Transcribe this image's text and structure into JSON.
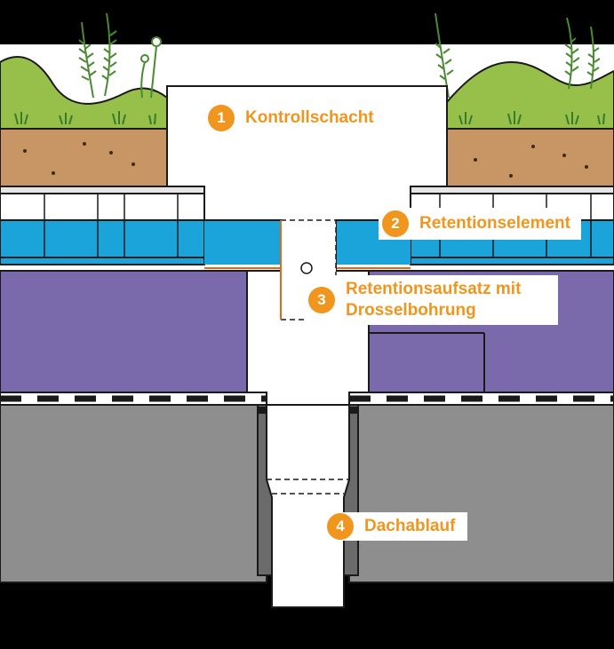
{
  "labels": [
    {
      "num": "1",
      "text": "Kontrollschacht"
    },
    {
      "num": "2",
      "text": "Retentionselement"
    },
    {
      "num": "3",
      "text": "Retentionsaufsatz mit Drosselbohrung"
    },
    {
      "num": "4",
      "text": "Dachablauf"
    }
  ],
  "colors": {
    "accent": "#f0961e",
    "grass": "#96c049",
    "soil": "#c89564",
    "water": "#1aa4da",
    "drainage": "#7a6aac",
    "concrete": "#8e8e8e",
    "pipe": "#6b6b6b"
  },
  "icons": [
    "fern-plant-icon",
    "grass-tuft-icon"
  ]
}
